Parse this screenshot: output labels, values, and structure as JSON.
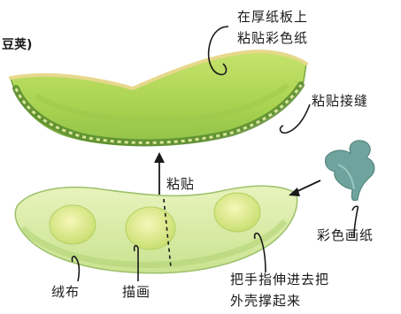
{
  "title": "豆荚)",
  "labels": {
    "cardboard_line1": "在厚纸板上",
    "cardboard_line2": "粘贴彩色纸",
    "seam": "粘贴接缝",
    "paste": "粘贴",
    "colored_paper": "彩色画纸",
    "finger_line1": "把手指伸进去把",
    "finger_line2": "外壳撑起来",
    "felt": "绒布",
    "paint": "描画"
  },
  "colors": {
    "pod_top": "#b3d85a",
    "pod_bottom": "#d7eaa4",
    "pea": "#e6ef8c",
    "leaf": "#6fa39d",
    "seam_trim": "#e7d88c",
    "ink": "#1a1a1a"
  }
}
